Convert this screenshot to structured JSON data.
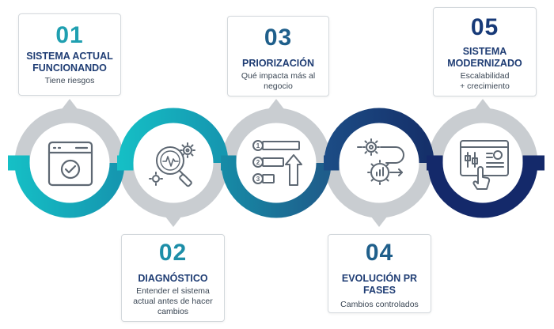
{
  "colors": {
    "teal_light": "#1cb3bf",
    "teal_mid": "#168fa6",
    "blue_mid": "#1f5f8b",
    "navy": "#173a78",
    "navy_dark": "#122a63",
    "gray_ring": "#c7cbcf",
    "icon_gray": "#5e6873",
    "text_dark": "#1f3d74"
  },
  "steps": [
    {
      "number": "01",
      "title_lines": [
        "SISTEMA ACTUAL",
        "FUNCIONANDO"
      ],
      "desc_lines": [
        "Tiene riesgos"
      ],
      "number_color": "#1f9fb0",
      "icon": "window-check-icon"
    },
    {
      "number": "02",
      "title_lines": [
        "DIAGNÓSTICO"
      ],
      "desc_lines": [
        "Entender el sistema",
        "actual antes de hacer",
        "cambios"
      ],
      "number_color": "#1d8ea8",
      "icon": "magnifier-gear-icon"
    },
    {
      "number": "03",
      "title_lines": [
        "PRIORIZACIÓN"
      ],
      "desc_lines": [
        "Qué impacta más al",
        "negocio"
      ],
      "number_color": "#1f5f8b",
      "icon": "ranked-list-icon"
    },
    {
      "number": "04",
      "title_lines": [
        "EVOLUCIÓN PR",
        "FASES"
      ],
      "desc_lines": [
        "Cambios controlados"
      ],
      "number_color": "#1f5f8b",
      "icon": "gears-flow-icon"
    },
    {
      "number": "05",
      "title_lines": [
        "SISTEMA",
        "MODERNIZADO"
      ],
      "desc_lines": [
        "Escalabilidad",
        "+ crecimiento"
      ],
      "number_color": "#173a78",
      "icon": "dashboard-touch-icon"
    }
  ],
  "list_icon_numbers": [
    "1",
    "2",
    "3"
  ]
}
